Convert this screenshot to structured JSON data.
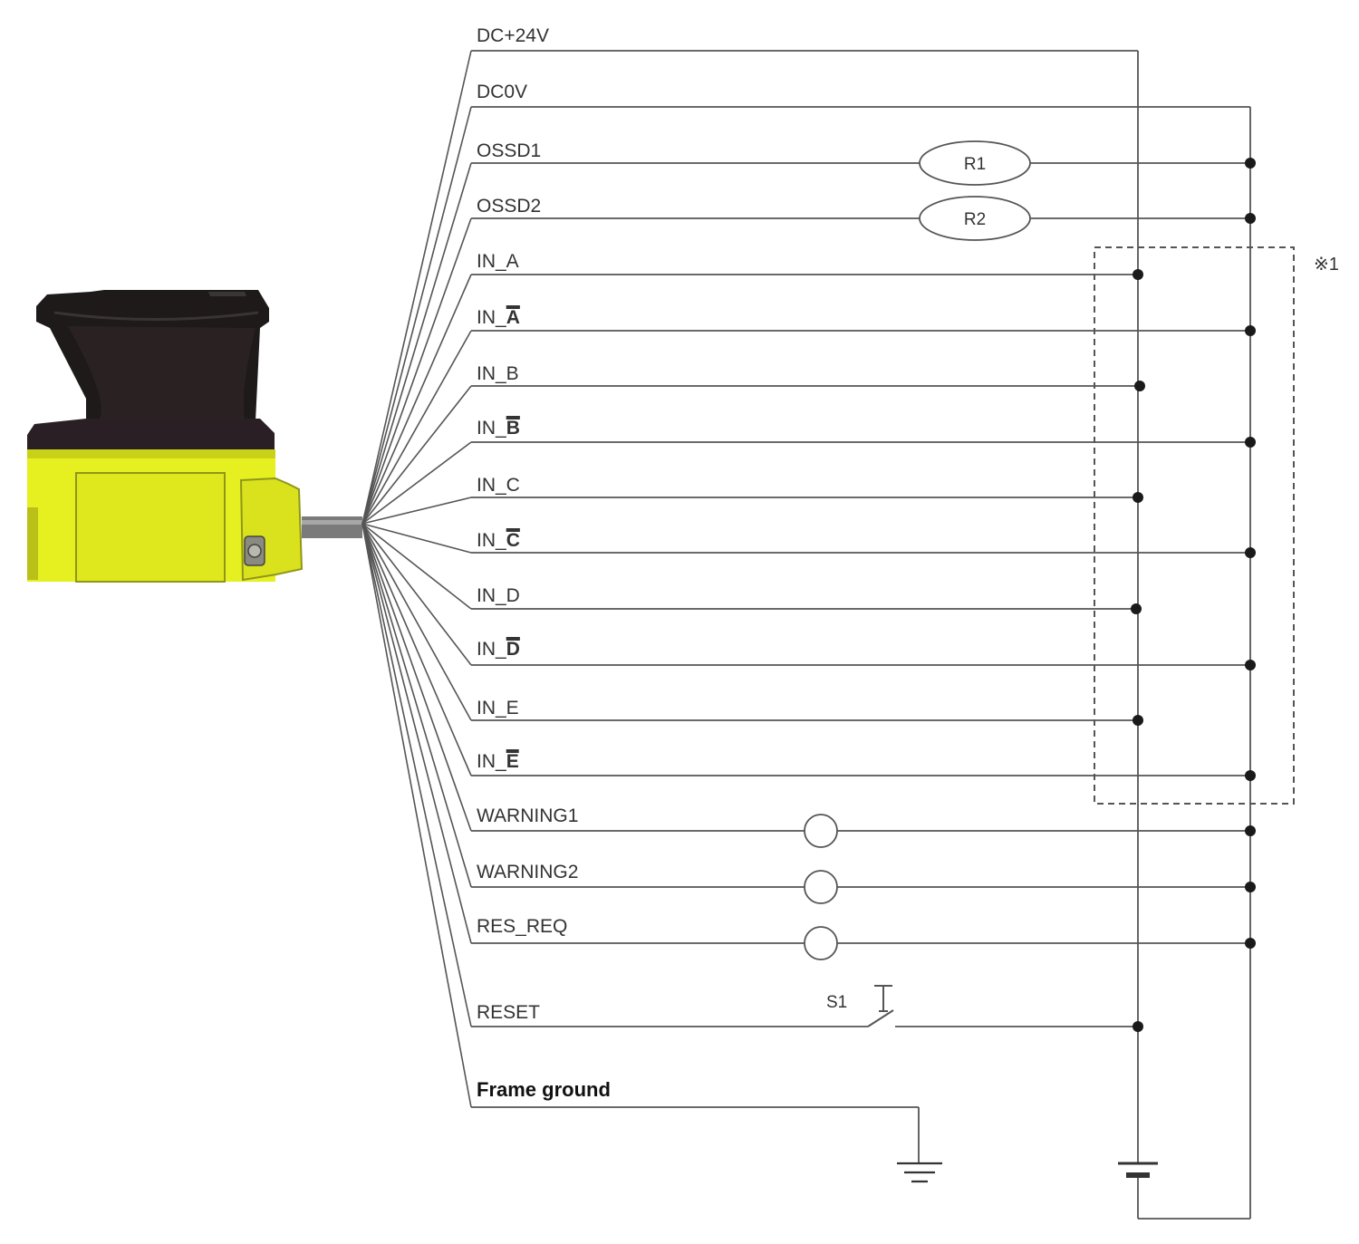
{
  "wires": [
    {
      "label": "DC+24V"
    },
    {
      "label": "DC0V"
    },
    {
      "label": "OSSD1",
      "component": {
        "type": "resistor",
        "label": "R1"
      }
    },
    {
      "label": "OSSD2",
      "component": {
        "type": "resistor",
        "label": "R2"
      }
    },
    {
      "label": "IN_A"
    },
    {
      "label": "IN_",
      "label_bar": "A"
    },
    {
      "label": "IN_B"
    },
    {
      "label": "IN_",
      "label_bar": "B"
    },
    {
      "label": "IN_C"
    },
    {
      "label": "IN_",
      "label_bar": "C"
    },
    {
      "label": "IN_D"
    },
    {
      "label": "IN_",
      "label_bar": "D"
    },
    {
      "label": "IN_E"
    },
    {
      "label": "IN_",
      "label_bar": "E"
    },
    {
      "label": "WARNING1",
      "component": {
        "type": "lamp"
      }
    },
    {
      "label": "WARNING2",
      "component": {
        "type": "lamp"
      }
    },
    {
      "label": "RES_REQ",
      "component": {
        "type": "lamp"
      }
    },
    {
      "label": "RESET",
      "component": {
        "type": "switch",
        "label": "S1"
      }
    },
    {
      "label": "Frame ground"
    }
  ],
  "note": "※1",
  "colors": {
    "wire": "#555555",
    "device_body": "#e6ef1f",
    "device_head": "#1e1a1a"
  },
  "icons": [
    "safety-laser-scanner-device",
    "ground-symbol",
    "dc-power-supply-symbol",
    "pushbutton-switch-symbol",
    "indicator-lamp-symbol",
    "resistor-symbol"
  ]
}
